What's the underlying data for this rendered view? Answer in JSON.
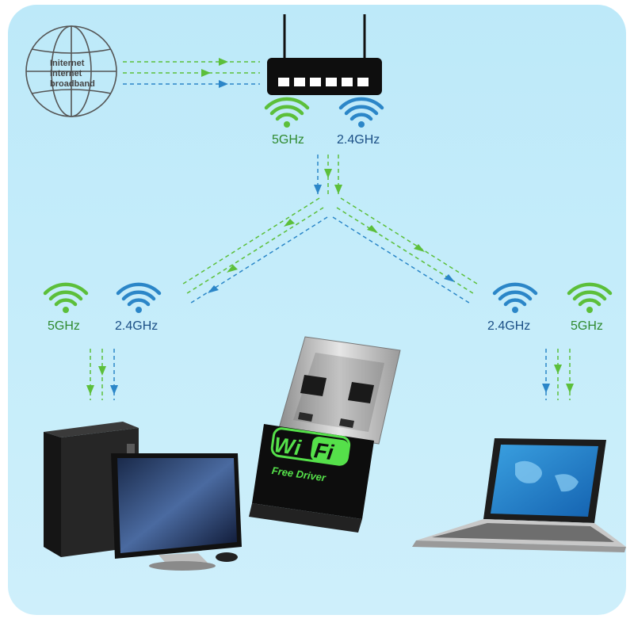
{
  "globe": {
    "line1": "Initernet",
    "line2": "internet",
    "line3": "broadband"
  },
  "router_bands": {
    "left": "5GHz",
    "right": "2.4GHz"
  },
  "desktop_bands": {
    "left": "5GHz",
    "right": "2.4GHz"
  },
  "laptop_bands": {
    "left": "2.4GHz",
    "right": "5GHz"
  },
  "adapter": {
    "logo_wi": "Wi",
    "logo_fi": "Fi",
    "subtitle": "Free Driver"
  },
  "colors": {
    "green": "#5cbf3a",
    "blue": "#2b86c8",
    "background": "#c6edfa"
  },
  "icons": [
    "globe-icon",
    "router-icon",
    "wifi-signal-icon",
    "usb-wifi-adapter-icon",
    "desktop-computer-icon",
    "laptop-icon"
  ]
}
